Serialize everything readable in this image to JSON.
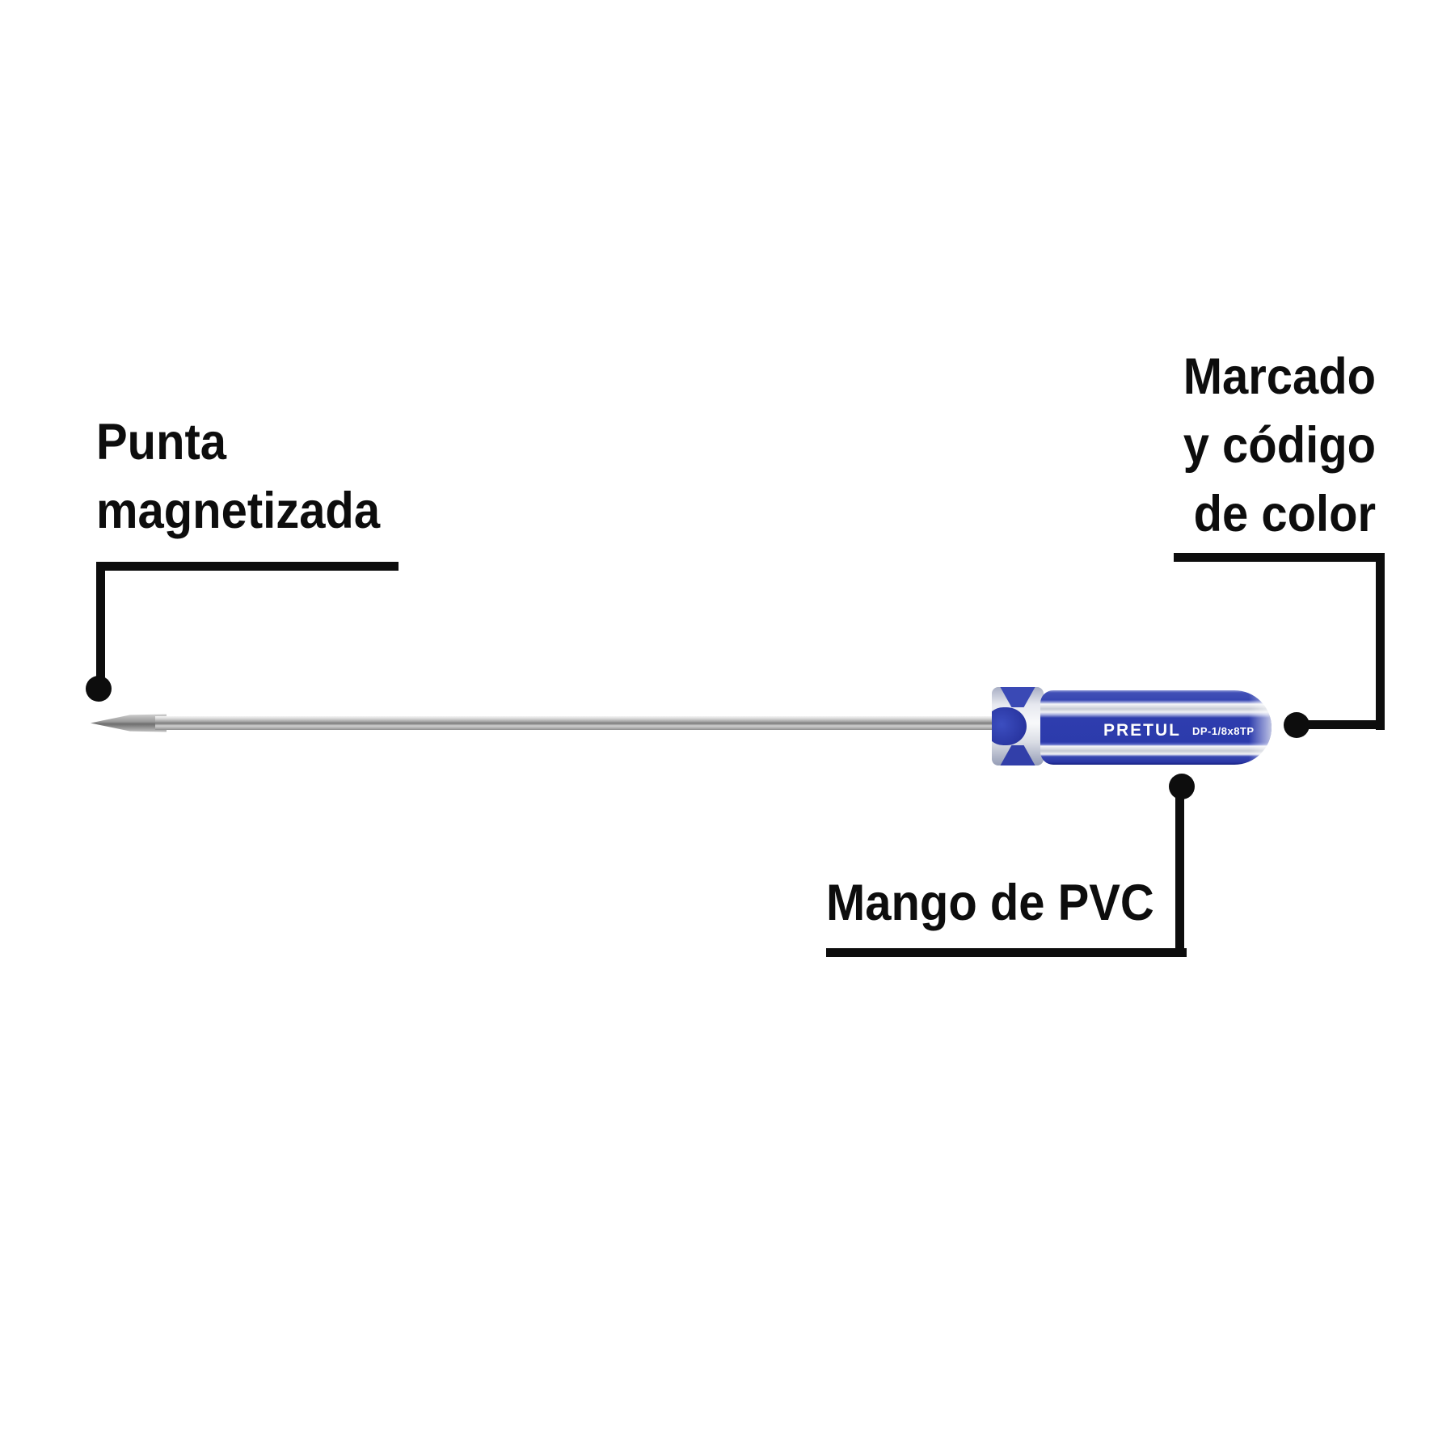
{
  "diagram": {
    "background": "#ffffff",
    "callouts": {
      "magnetized_tip": {
        "lines": [
          "Punta",
          "magnetizada"
        ]
      },
      "marking_color_code": {
        "lines": [
          "Marcado",
          "y código",
          "de color"
        ]
      },
      "pvc_handle": {
        "lines": [
          "Mango de PVC"
        ]
      }
    },
    "product": {
      "brand": "PRETUL",
      "model_code": "DP-1/8x8TP",
      "type": "phillips-screwdriver"
    },
    "colors": {
      "callout_line": "#0d0d0d",
      "label_text": "#0d0d0d",
      "handle_blue": "#2e3dae",
      "handle_stripe_blue": "#3a49b3",
      "handle_clear_stripe": "#c6cad4",
      "collar_blue": "#28349f",
      "shaft_silver": "#a2a2a2",
      "brand_text": "#ffffff"
    }
  }
}
